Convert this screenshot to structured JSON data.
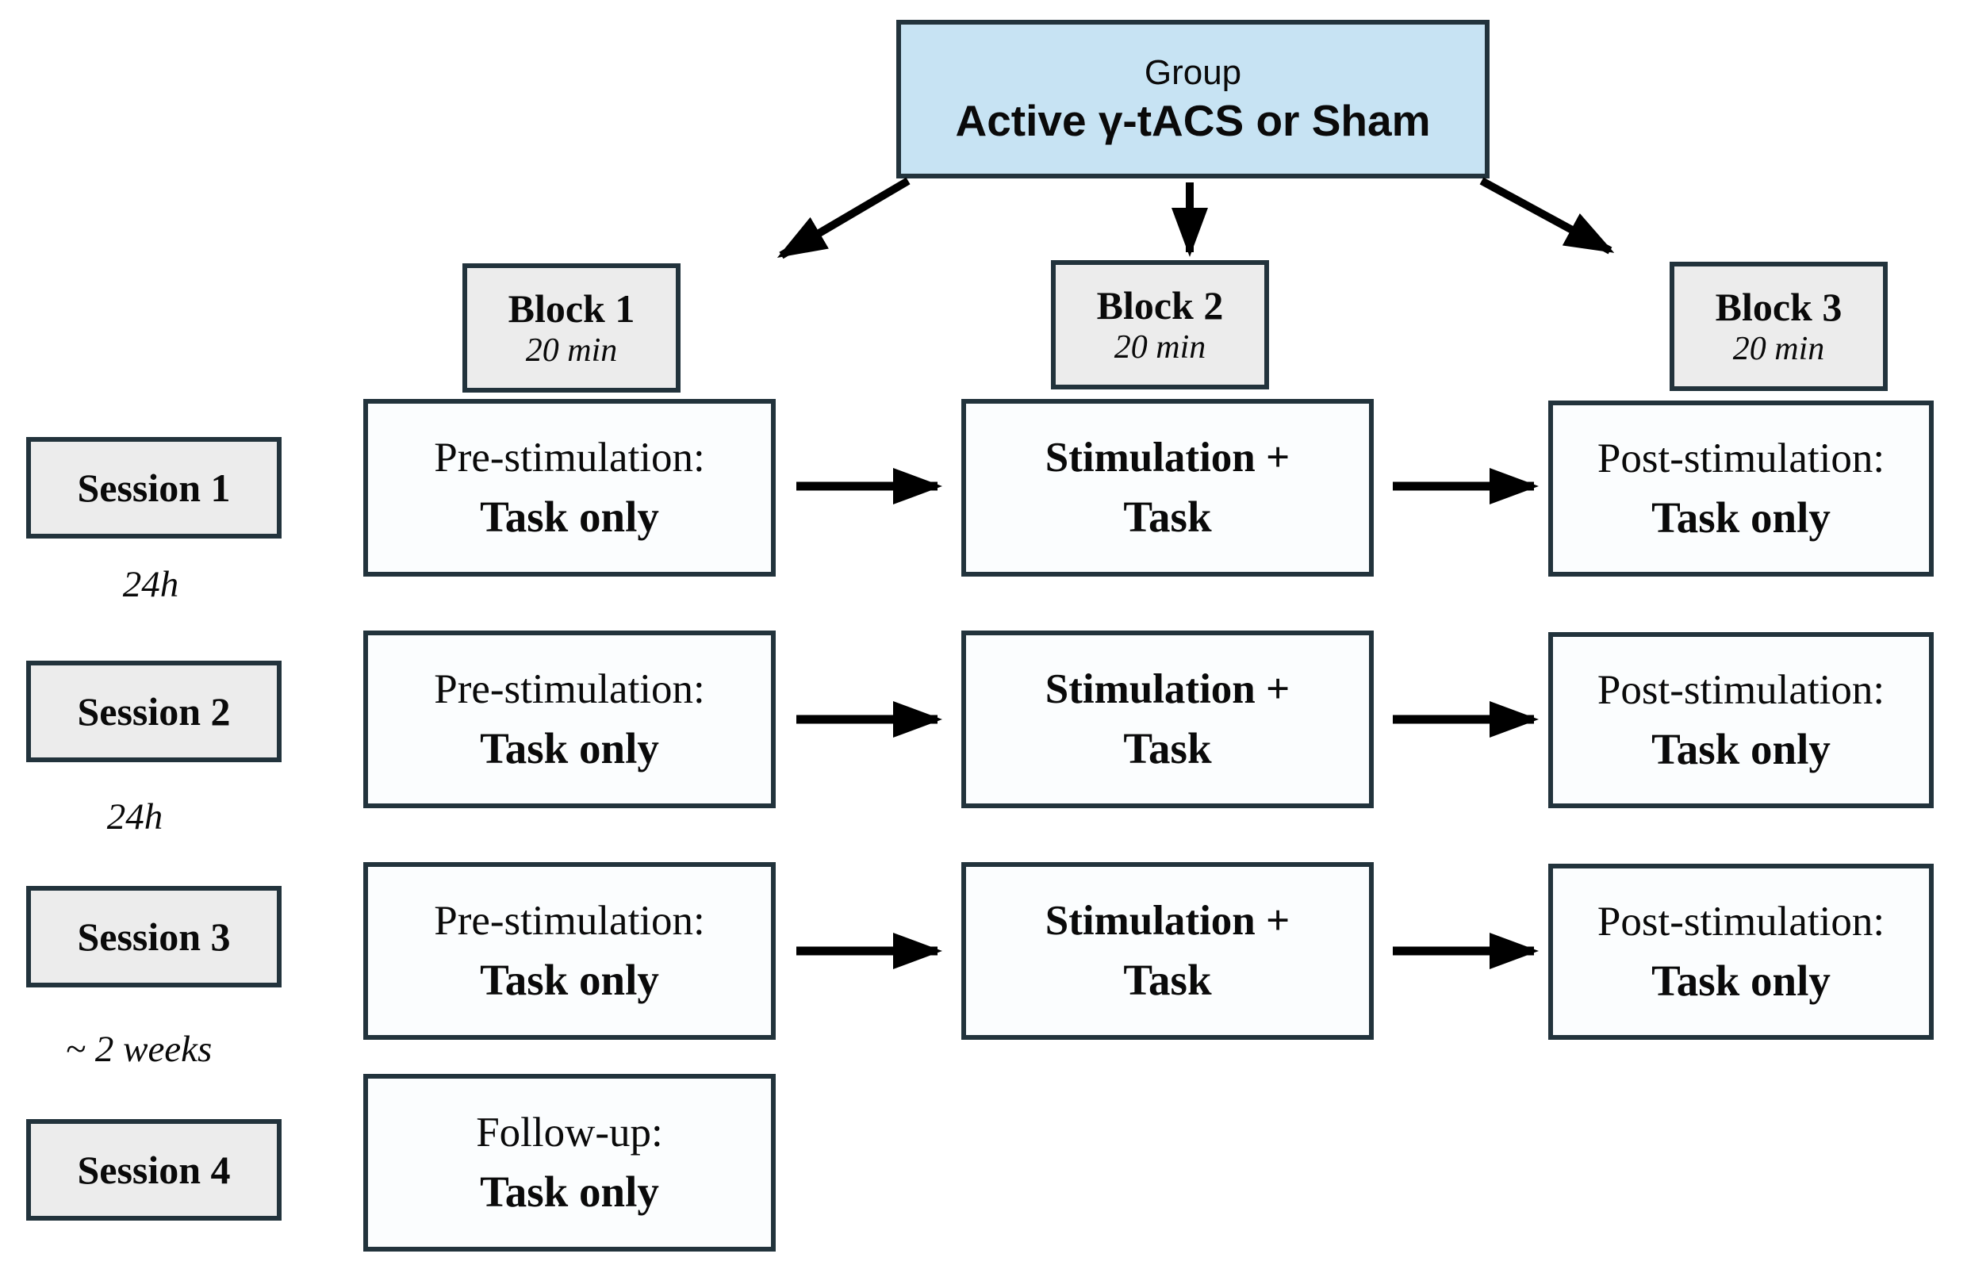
{
  "diagram": {
    "group_box": {
      "title": "Group",
      "subtitle": "Active γ-tACS or Sham"
    },
    "blocks": [
      {
        "label": "Block 1",
        "duration": "20 min"
      },
      {
        "label": "Block 2",
        "duration": "20 min"
      },
      {
        "label": "Block 3",
        "duration": "20 min"
      }
    ],
    "sessions": [
      {
        "label": "Session 1"
      },
      {
        "label": "Session 2"
      },
      {
        "label": "Session 3"
      },
      {
        "label": "Session 4"
      }
    ],
    "intervals": [
      {
        "label": "24h"
      },
      {
        "label": "24h"
      },
      {
        "label": "~ 2 weeks"
      }
    ],
    "rows": [
      {
        "pre": {
          "line1": "Pre-stimulation:",
          "line2": "Task only"
        },
        "stim": {
          "line1": "Stimulation +",
          "line2": "Task"
        },
        "post": {
          "line1": "Post-stimulation:",
          "line2": "Task only"
        }
      },
      {
        "pre": {
          "line1": "Pre-stimulation:",
          "line2": "Task only"
        },
        "stim": {
          "line1": "Stimulation +",
          "line2": "Task"
        },
        "post": {
          "line1": "Post-stimulation:",
          "line2": "Task only"
        }
      },
      {
        "pre": {
          "line1": "Pre-stimulation:",
          "line2": "Task only"
        },
        "stim": {
          "line1": "Stimulation +",
          "line2": "Task"
        },
        "post": {
          "line1": "Post-stimulation:",
          "line2": "Task only"
        }
      }
    ],
    "followup": {
      "line1": "Follow-up:",
      "line2": "Task only"
    }
  },
  "colors": {
    "group_fill": "#c7e3f3",
    "header_fill": "#ececec",
    "stage_fill": "#fbfdfe",
    "border": "#22333c",
    "arrow": "#000000"
  }
}
